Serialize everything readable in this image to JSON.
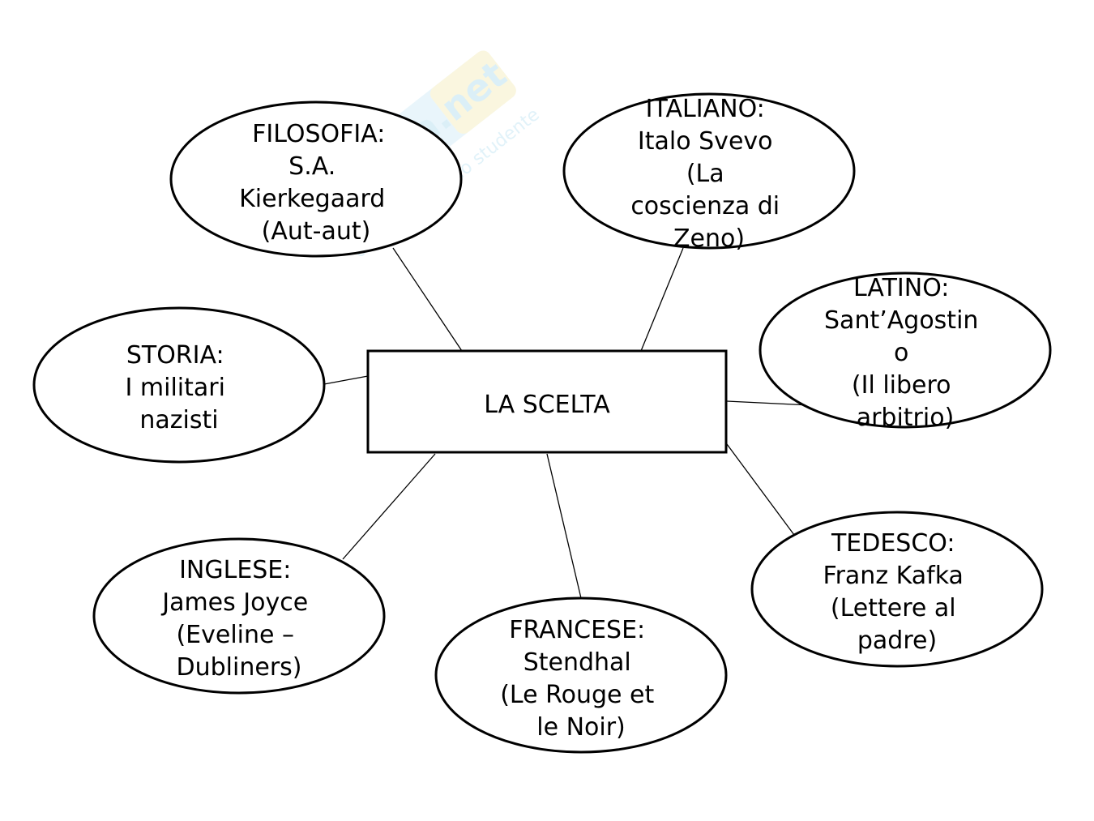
{
  "diagram": {
    "center": {
      "label": "LA SCELTA"
    },
    "nodes": [
      {
        "id": "filosofia",
        "lines": [
          "FILOSOFIA:",
          "S.A.",
          "Kierkegaard",
          "(Aut-aut)"
        ]
      },
      {
        "id": "italiano",
        "lines": [
          "ITALIANO:",
          "Italo Svevo",
          "(La",
          "coscienza di",
          "Zeno)"
        ]
      },
      {
        "id": "latino",
        "lines": [
          "LATINO:",
          "Sant’Agostin",
          "o",
          "(Il libero",
          "arbitrio)"
        ]
      },
      {
        "id": "storia",
        "lines": [
          "STORIA:",
          "I militari",
          "nazisti"
        ]
      },
      {
        "id": "tedesco",
        "lines": [
          "TEDESCO:",
          "Franz Kafka",
          "(Lettere al",
          "padre)"
        ]
      },
      {
        "id": "inglese",
        "lines": [
          "INGLESE:",
          "James Joyce",
          "(Eveline –",
          "Dubliners)"
        ]
      },
      {
        "id": "francese",
        "lines": [
          "FRANCESE:",
          "Stendhal",
          "(Le Rouge et",
          "le Noir)"
        ]
      }
    ]
  },
  "watermark": {
    "brand": "Skuola.net",
    "tagline": "dalla parte dello studente",
    "color": "#bfe3f2",
    "accent": "#f3ecb0"
  }
}
